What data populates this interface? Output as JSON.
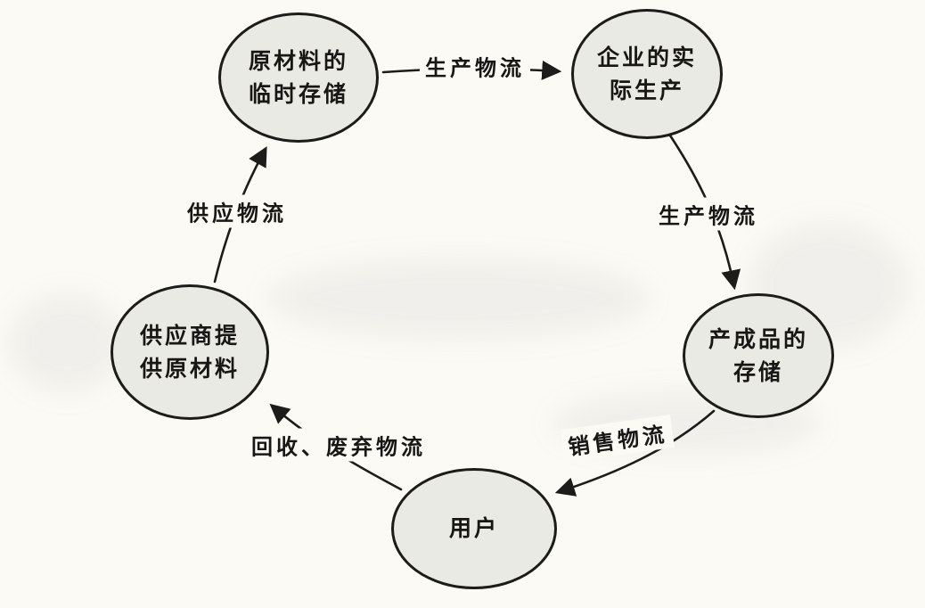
{
  "colors": {
    "background": "#fbfaf5",
    "node_fill": "#e9eae4",
    "node_border": "#1d1c1a",
    "arrow": "#1d1c1a",
    "text": "#181715"
  },
  "diagram": {
    "title": "",
    "type": "cycle-flow",
    "nodes": [
      {
        "id": "raw-material-temp-storage",
        "label": "原材料的\n临时存储"
      },
      {
        "id": "enterprise-actual-production",
        "label": "企业的实\n际生产"
      },
      {
        "id": "finished-goods-storage",
        "label": "产成品的\n存储"
      },
      {
        "id": "user",
        "label": "用户"
      },
      {
        "id": "supplier-provides-raw-material",
        "label": "供应商提\n供原材料"
      }
    ],
    "edges": [
      {
        "from": "raw-material-temp-storage",
        "to": "enterprise-actual-production",
        "label": "生产物流"
      },
      {
        "from": "enterprise-actual-production",
        "to": "finished-goods-storage",
        "label": "生产物流"
      },
      {
        "from": "finished-goods-storage",
        "to": "user",
        "label": "销售物流"
      },
      {
        "from": "user",
        "to": "supplier-provides-raw-material",
        "label": "回收、废弃物流"
      },
      {
        "from": "supplier-provides-raw-material",
        "to": "raw-material-temp-storage",
        "label": "供应物流"
      }
    ]
  }
}
